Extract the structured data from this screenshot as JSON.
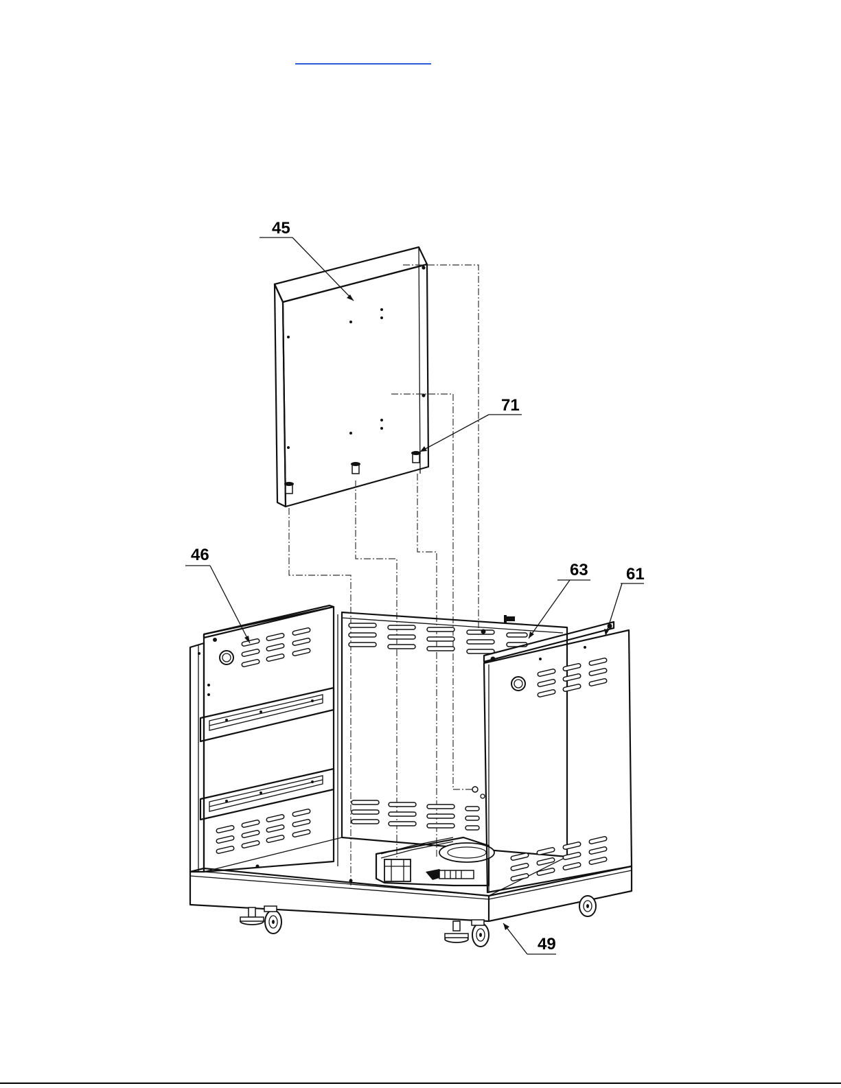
{
  "callouts": {
    "c45": "45",
    "c71": "71",
    "c46": "46",
    "c63": "63",
    "c61": "61",
    "c49": "49"
  },
  "colors": {
    "link": "#2a5bd7",
    "line": "#111111",
    "background": "#ffffff"
  }
}
